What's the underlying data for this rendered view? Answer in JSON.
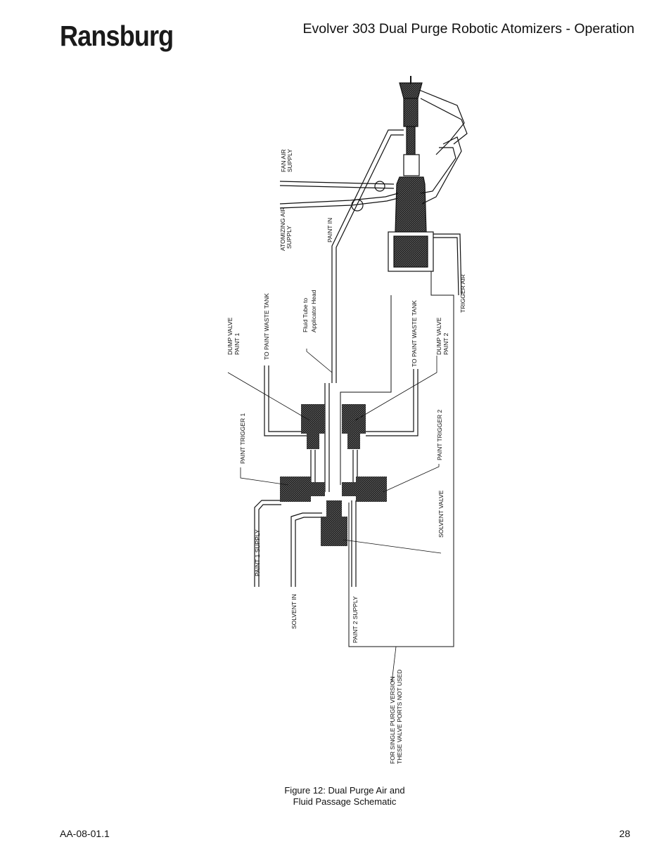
{
  "header": {
    "logo": "Ransburg",
    "title": "Evolver 303 Dual Purge Robotic Atomizers - Operation"
  },
  "figure": {
    "labels": {
      "fan_air": [
        "FAN  AIR",
        "SUPPLY"
      ],
      "atomizing_air": [
        "ATOMIZING  AIR",
        "SUPPLY"
      ],
      "paint_in": "PAINT  IN",
      "trigger_air": "TRIGGER  AIR",
      "dump_valve_1": [
        "DUMP VALVE",
        "PAINT 1"
      ],
      "waste_tank_1": "TO PAINT WASTE TANK",
      "fluid_tube": [
        "Fluid Tube to",
        "Applicator Head"
      ],
      "waste_tank_2": "TO PAINT WASTE TANK",
      "dump_valve_2": [
        "DUMP VALVE",
        "PAINT 2"
      ],
      "paint_trigger_1": "PAINT TRIGGER 1",
      "paint_trigger_2": "PAINT TRIGGER 2",
      "solvent_valve": "SOLVENT VALVE",
      "paint_1_supply": "PAINT 1  SUPPLY",
      "solvent_in": "SOLVENT IN",
      "paint_2_supply": "PAINT  2 SUPPLY",
      "single_purge_note": [
        "FOR SINGLE PURGE VERSION",
        "THESE VALVE PORTS NOT USED"
      ]
    },
    "caption": [
      "Figure 12:  Dual Purge Air and",
      "Fluid Passage Schematic"
    ]
  },
  "footer": {
    "doc_id": "AA-08-01.1",
    "page": "28"
  }
}
